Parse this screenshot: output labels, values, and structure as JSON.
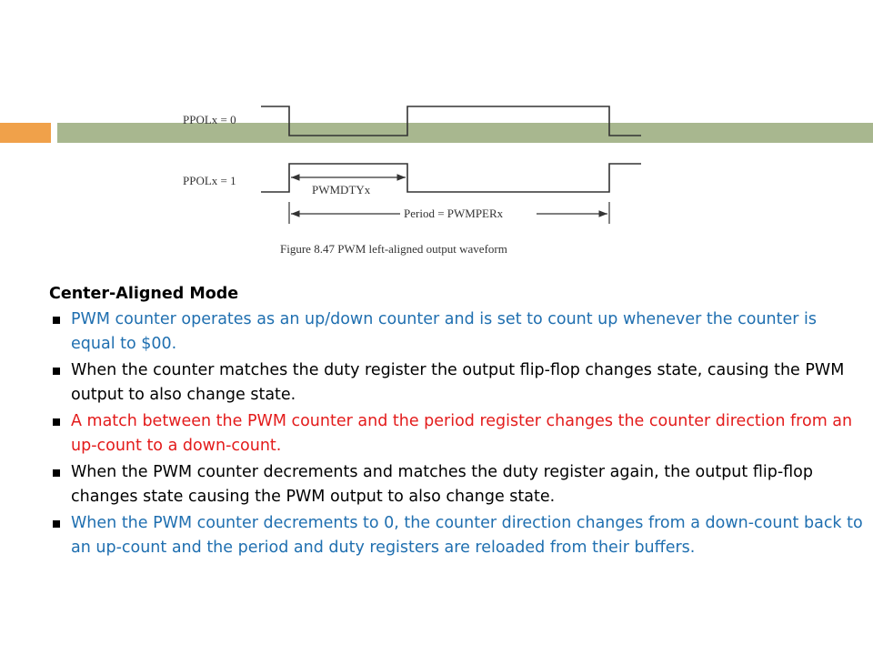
{
  "colors": {
    "accent_orange": "#f0a14a",
    "accent_green": "#a8b78f",
    "text_black": "#000000",
    "text_blue": "#1f6fb0",
    "text_red": "#e31b1b"
  },
  "figure": {
    "signal_top_label": "PPOLx = 0",
    "signal_bottom_label": "PPOLx = 1",
    "duty_label": "PWMDTYx",
    "period_label": "Period = PWMPERx",
    "caption": "Figure 8.47 PWM left-aligned output waveform"
  },
  "content": {
    "heading": "Center-Aligned Mode",
    "bullets": [
      {
        "text": "PWM counter operates as an up/down counter and is set to count up whenever the counter is equal to $00.",
        "color": "#1f6fb0"
      },
      {
        "text": "When the counter matches the duty register the output flip-flop changes state, causing the PWM output to also change state.",
        "color": "#000000"
      },
      {
        "text": "A match between the PWM counter and the period register changes the counter direction from an up-count to a down-count.",
        "color": "#e31b1b"
      },
      {
        "text": "When the PWM counter decrements and matches the duty register again, the output flip-flop changes state causing the PWM output to also change state.",
        "color": "#000000"
      },
      {
        "text": "When the PWM counter decrements to 0, the counter direction changes from a down-count back to an up-count and the period and duty registers are reloaded from their buffers.",
        "color": "#1f6fb0"
      }
    ]
  }
}
